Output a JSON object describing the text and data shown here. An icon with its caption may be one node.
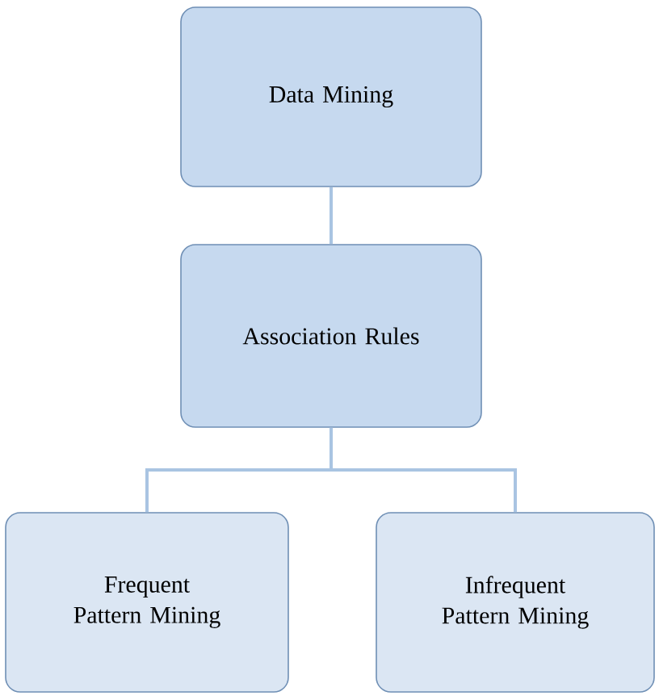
{
  "diagram": {
    "nodes": [
      {
        "text": [
          "Data Mining"
        ]
      },
      {
        "text": [
          "Association Rules"
        ]
      },
      {
        "text": [
          "Frequent Pattern Mining"
        ]
      },
      {
        "text": [
          "Infrequent Pattern Mining"
        ]
      }
    ],
    "edges": [
      {
        "from": 0,
        "to": 1,
        "arrow": "none"
      },
      {
        "from": 1,
        "to": 2,
        "arrow": "none"
      },
      {
        "from": 1,
        "to": 3,
        "arrow": "none"
      }
    ]
  }
}
